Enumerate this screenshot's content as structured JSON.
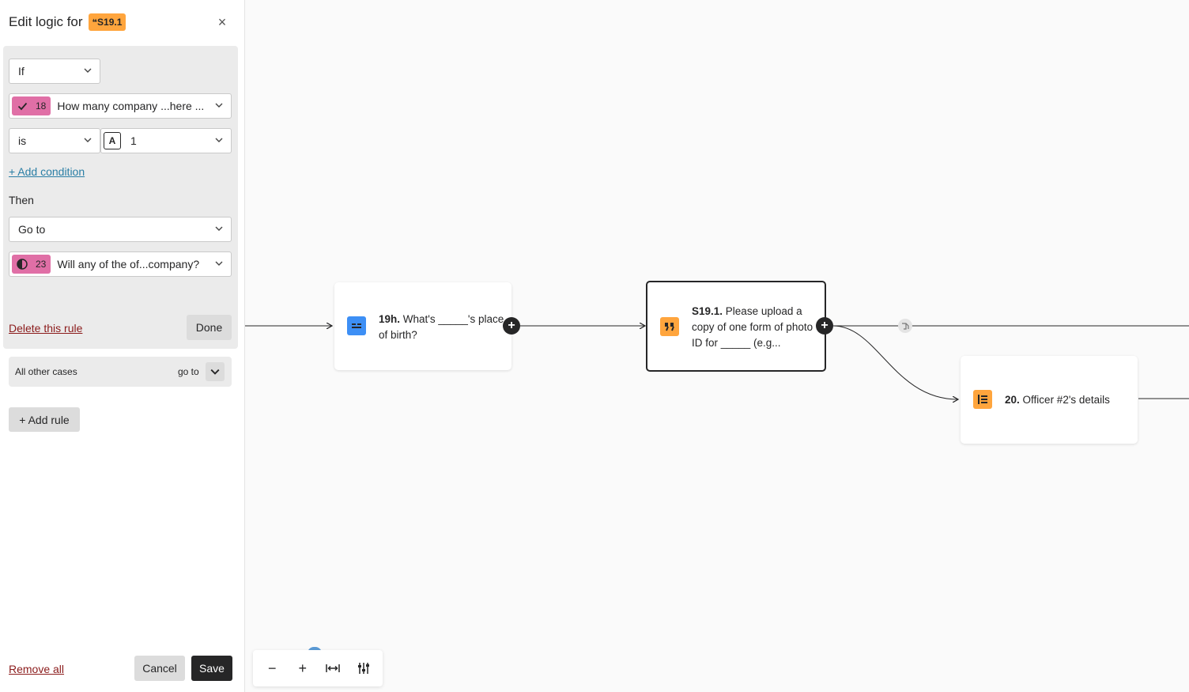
{
  "panel": {
    "title": "Edit logic for",
    "question_ref": "S19.1",
    "close_glyph": "×",
    "rule": {
      "if_value": "If",
      "condition_question_number": "18",
      "condition_question_text": "How many company ...here ...",
      "operator_value": "is",
      "answer_type_badge": "A",
      "answer_value": "1",
      "add_condition_label": "+ Add condition",
      "then_label": "Then",
      "action_value": "Go to",
      "target_question_number": "23",
      "target_question_text": "Will any of the of...company?",
      "delete_label": "Delete this rule",
      "done_label": "Done"
    },
    "other_cases": {
      "label": "All other cases",
      "goto_label": "go to"
    },
    "add_rule_label": "+ Add rule",
    "remove_all_label": "Remove all",
    "cancel_label": "Cancel",
    "save_label": "Save"
  },
  "canvas": {
    "nodes": [
      {
        "id": "19h",
        "number": "19h.",
        "text": "What's _____'s place of birth?",
        "icon": "short-text-icon",
        "icon_color": "#3d8ff5"
      },
      {
        "id": "S19.1",
        "number": "S19.1.",
        "text": "Please upload a copy of one form of photo ID for _____ (e.g...",
        "icon": "quote-icon",
        "icon_color": "#ffa53d"
      },
      {
        "id": "20",
        "number": "20.",
        "text": "Officer #2's details",
        "icon": "list-icon",
        "icon_color": "#ffa53d"
      }
    ],
    "zoom_controls": {
      "zoom_out": "−",
      "zoom_in": "+"
    }
  },
  "colors": {
    "accent_dark": "#262627",
    "question_pink": "#e06fa6",
    "statement_orange": "#ffa53d",
    "link_blue": "#2a7ea5",
    "danger_red": "#8b1b1b"
  }
}
